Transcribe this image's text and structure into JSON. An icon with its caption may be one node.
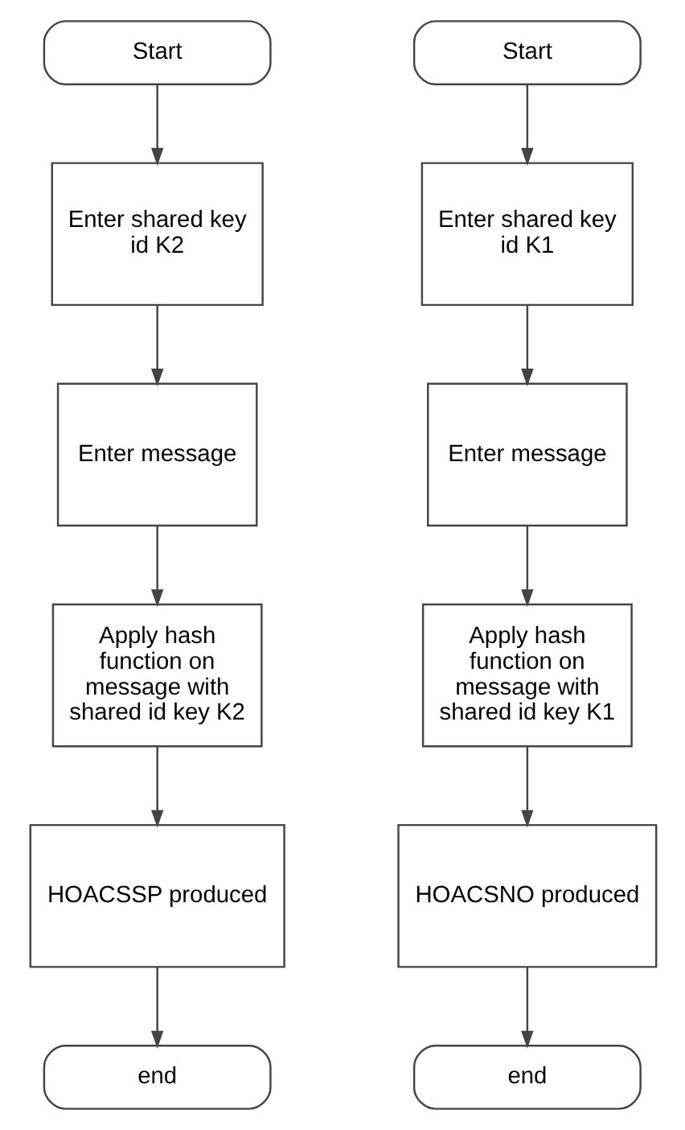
{
  "diagram": {
    "nodes": [
      {
        "text": [
          "Start"
        ]
      },
      {
        "text": [
          "Enter shared key id K2"
        ]
      },
      {
        "text": [
          "Enter message"
        ]
      },
      {
        "text": [
          "Apply hash function on message with shared id key K2"
        ]
      },
      {
        "text": [
          "HOACSSP produced"
        ]
      },
      {
        "text": [
          "end"
        ]
      },
      {
        "text": [
          "Start"
        ]
      },
      {
        "text": [
          "Enter shared key id K1"
        ]
      },
      {
        "text": [
          "Enter message"
        ]
      },
      {
        "text": [
          "Apply hash function on message with shared id key K1"
        ]
      },
      {
        "text": [
          "HOACSNO produced"
        ]
      },
      {
        "text": [
          "end"
        ]
      }
    ],
    "edges": [
      {
        "from": 0,
        "to": 1,
        "arrow": "to"
      },
      {
        "from": 1,
        "to": 2,
        "arrow": "to"
      },
      {
        "from": 2,
        "to": 3,
        "arrow": "to"
      },
      {
        "from": 3,
        "to": 4,
        "arrow": "to"
      },
      {
        "from": 4,
        "to": 5,
        "arrow": "to"
      },
      {
        "from": 6,
        "to": 7,
        "arrow": "to"
      },
      {
        "from": 7,
        "to": 8,
        "arrow": "to"
      },
      {
        "from": 8,
        "to": 9,
        "arrow": "to"
      },
      {
        "from": 9,
        "to": 10,
        "arrow": "to"
      },
      {
        "from": 10,
        "to": 11,
        "arrow": "to"
      }
    ]
  }
}
